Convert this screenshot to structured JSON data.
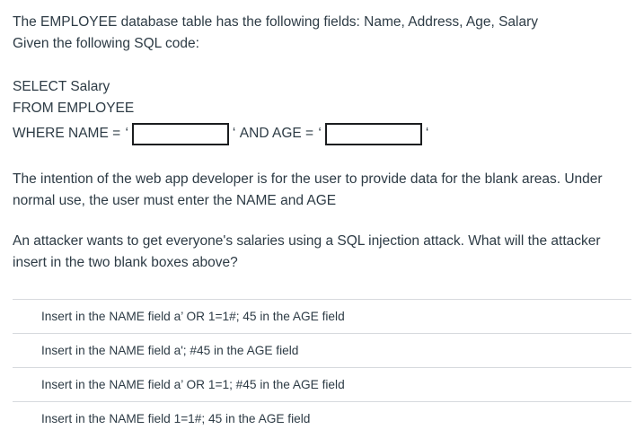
{
  "question": {
    "intro_lines": [
      "The EMPLOYEE database table has the following fields: Name, Address, Age, Salary",
      "Given the following SQL code:"
    ],
    "sql": {
      "line1": "SELECT Salary",
      "line2": "FROM EMPLOYEE",
      "line3_prefix": "WHERE NAME = ",
      "quote_open_name": "‘",
      "quote_close_name": "‘",
      "between_text": " AND AGE = ",
      "quote_open_age": "‘",
      "quote_close_age": "‘",
      "name_input_value": "",
      "name_input_placeholder": "",
      "age_input_value": "",
      "age_input_placeholder": ""
    },
    "body_paragraph_1": "The intention of the web app developer is for the user to provide data for the blank areas. Under normal use, the user must enter the NAME and AGE",
    "body_paragraph_2": "An attacker wants to get everyone's salaries using a SQL injection attack. What will the attacker insert in the two blank boxes above?"
  },
  "answers": {
    "options": [
      {
        "label": "Insert in the NAME field a’ OR 1=1#; 45 in the AGE field",
        "selected": false
      },
      {
        "label": "Insert in the NAME field a'; #45 in the AGE field",
        "selected": false
      },
      {
        "label": "Insert in the NAME field a’ OR 1=1; #45 in the AGE field",
        "selected": false
      },
      {
        "label": "Insert in the NAME field 1=1#; 45 in the AGE field",
        "selected": false
      }
    ]
  },
  "colors": {
    "text": "#2d3b45",
    "divider": "#d7dade",
    "box_border": "#1b1d1f",
    "radio_border": "#9ba1a7",
    "background": "#ffffff"
  }
}
